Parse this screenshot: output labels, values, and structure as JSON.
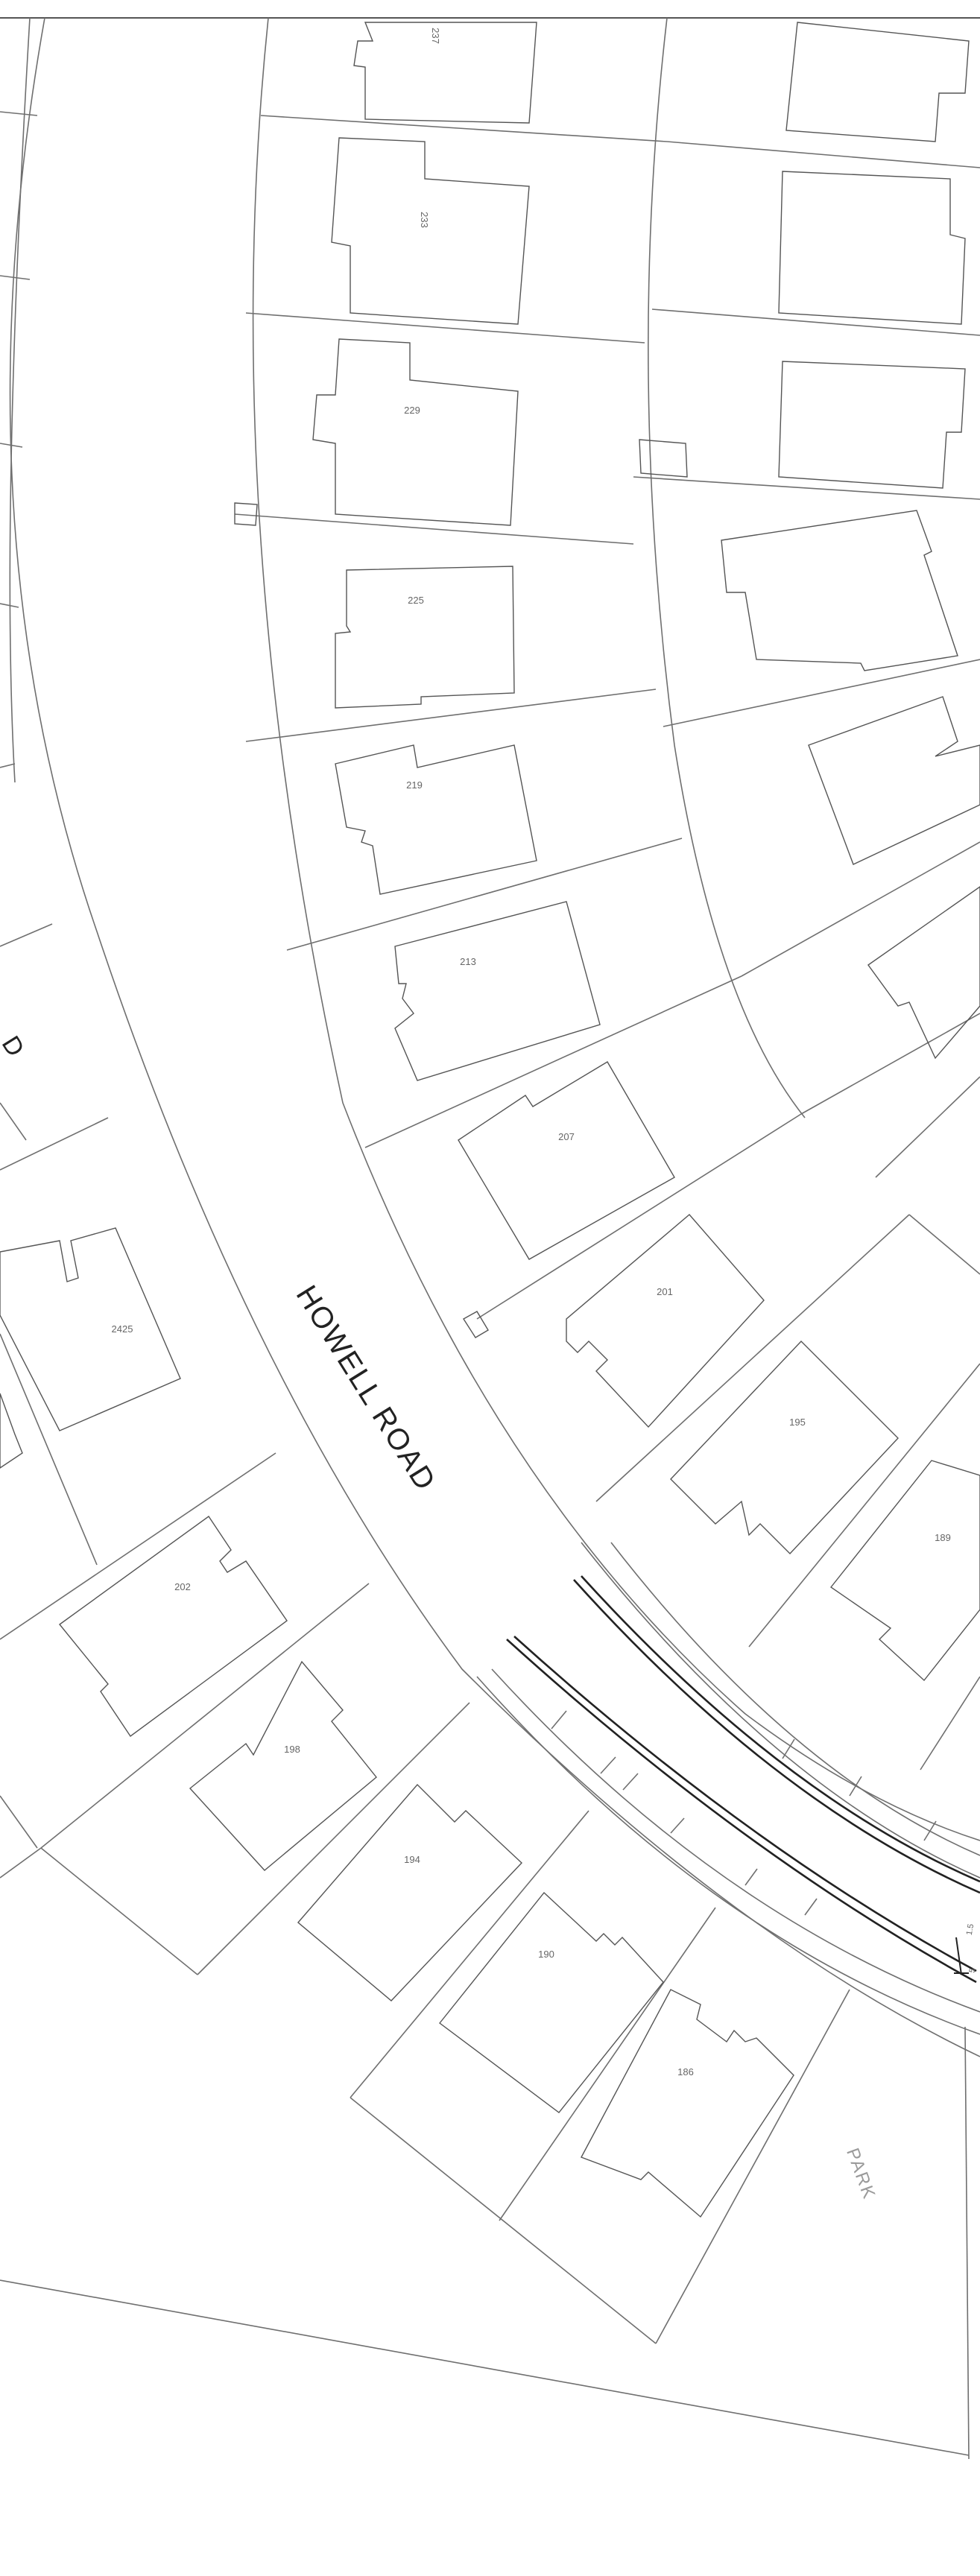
{
  "map": {
    "road_label": "HOWELL ROAD",
    "park_label": "PARK",
    "edge_label": "D",
    "lot_labels": [
      "237",
      "233",
      "229",
      "225",
      "219",
      "213",
      "207",
      "201",
      "195",
      "189",
      "2425",
      "202",
      "198",
      "194",
      "190",
      "186"
    ],
    "dimension_labels": [
      "1.5",
      "5"
    ]
  }
}
